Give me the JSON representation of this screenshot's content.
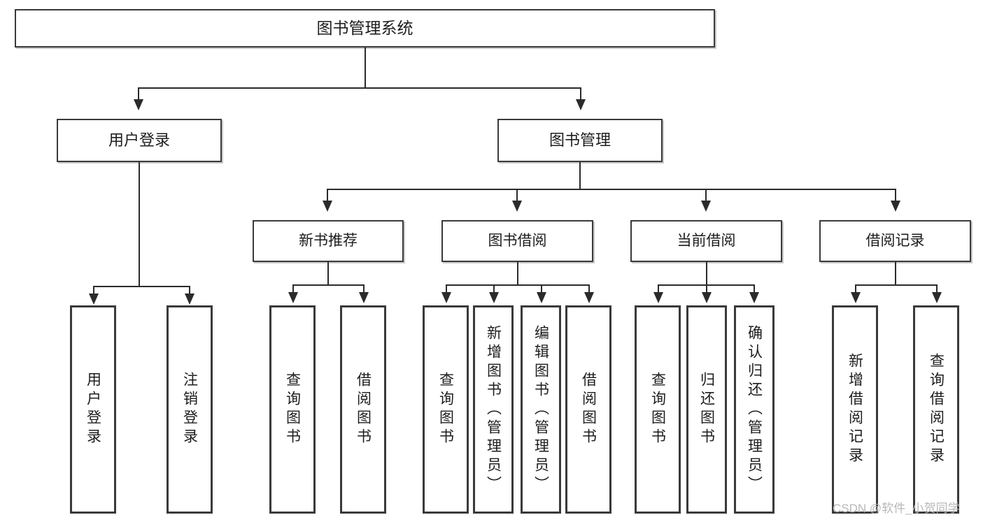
{
  "diagram": {
    "title": "图书管理系统",
    "type": "hierarchy-tree",
    "watermark": "CSDN @软件_小贺同学",
    "colors": {
      "box_border": "#3a3a3a",
      "connector": "#2b2b2b",
      "background": "#ffffff",
      "watermark": "#b8b8b8"
    },
    "root": {
      "label": "图书管理系统"
    },
    "level2": [
      {
        "label": "用户登录"
      },
      {
        "label": "图书管理"
      }
    ],
    "level3": [
      {
        "label": "新书推荐"
      },
      {
        "label": "图书借阅"
      },
      {
        "label": "当前借阅"
      },
      {
        "label": "借阅记录"
      }
    ],
    "leaves": {
      "user_login": [
        {
          "label": "用户登录"
        },
        {
          "label": "注销登录"
        }
      ],
      "new_book": [
        {
          "label": "查询图书"
        },
        {
          "label": "借阅图书"
        }
      ],
      "book_borrow": [
        {
          "label": "查询图书"
        },
        {
          "label": "新增图书（管理员）"
        },
        {
          "label": "编辑图书（管理员）"
        },
        {
          "label": "借阅图书"
        }
      ],
      "current_borrow": [
        {
          "label": "查询图书"
        },
        {
          "label": "归还图书"
        },
        {
          "label": "确认归还（管理员）"
        }
      ],
      "borrow_record": [
        {
          "label": "新增借阅记录"
        },
        {
          "label": "查询借阅记录"
        }
      ]
    }
  }
}
